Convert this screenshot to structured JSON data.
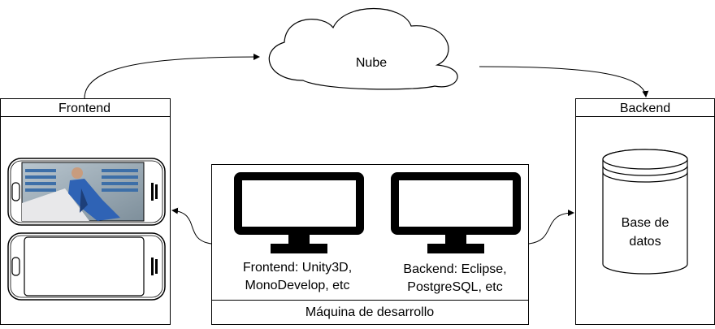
{
  "cloud": {
    "label": "Nube"
  },
  "frontend": {
    "title": "Frontend"
  },
  "backend": {
    "title": "Backend",
    "database": {
      "line1": "Base de",
      "line2": "datos"
    }
  },
  "dev_machine": {
    "title": "Máquina de desarrollo",
    "frontend_tools": {
      "line1": "Frontend: Unity3D,",
      "line2": "MonoDevelop, etc"
    },
    "backend_tools": {
      "line1": "Backend: Eclipse,",
      "line2": "PostgreSQL, etc"
    }
  }
}
